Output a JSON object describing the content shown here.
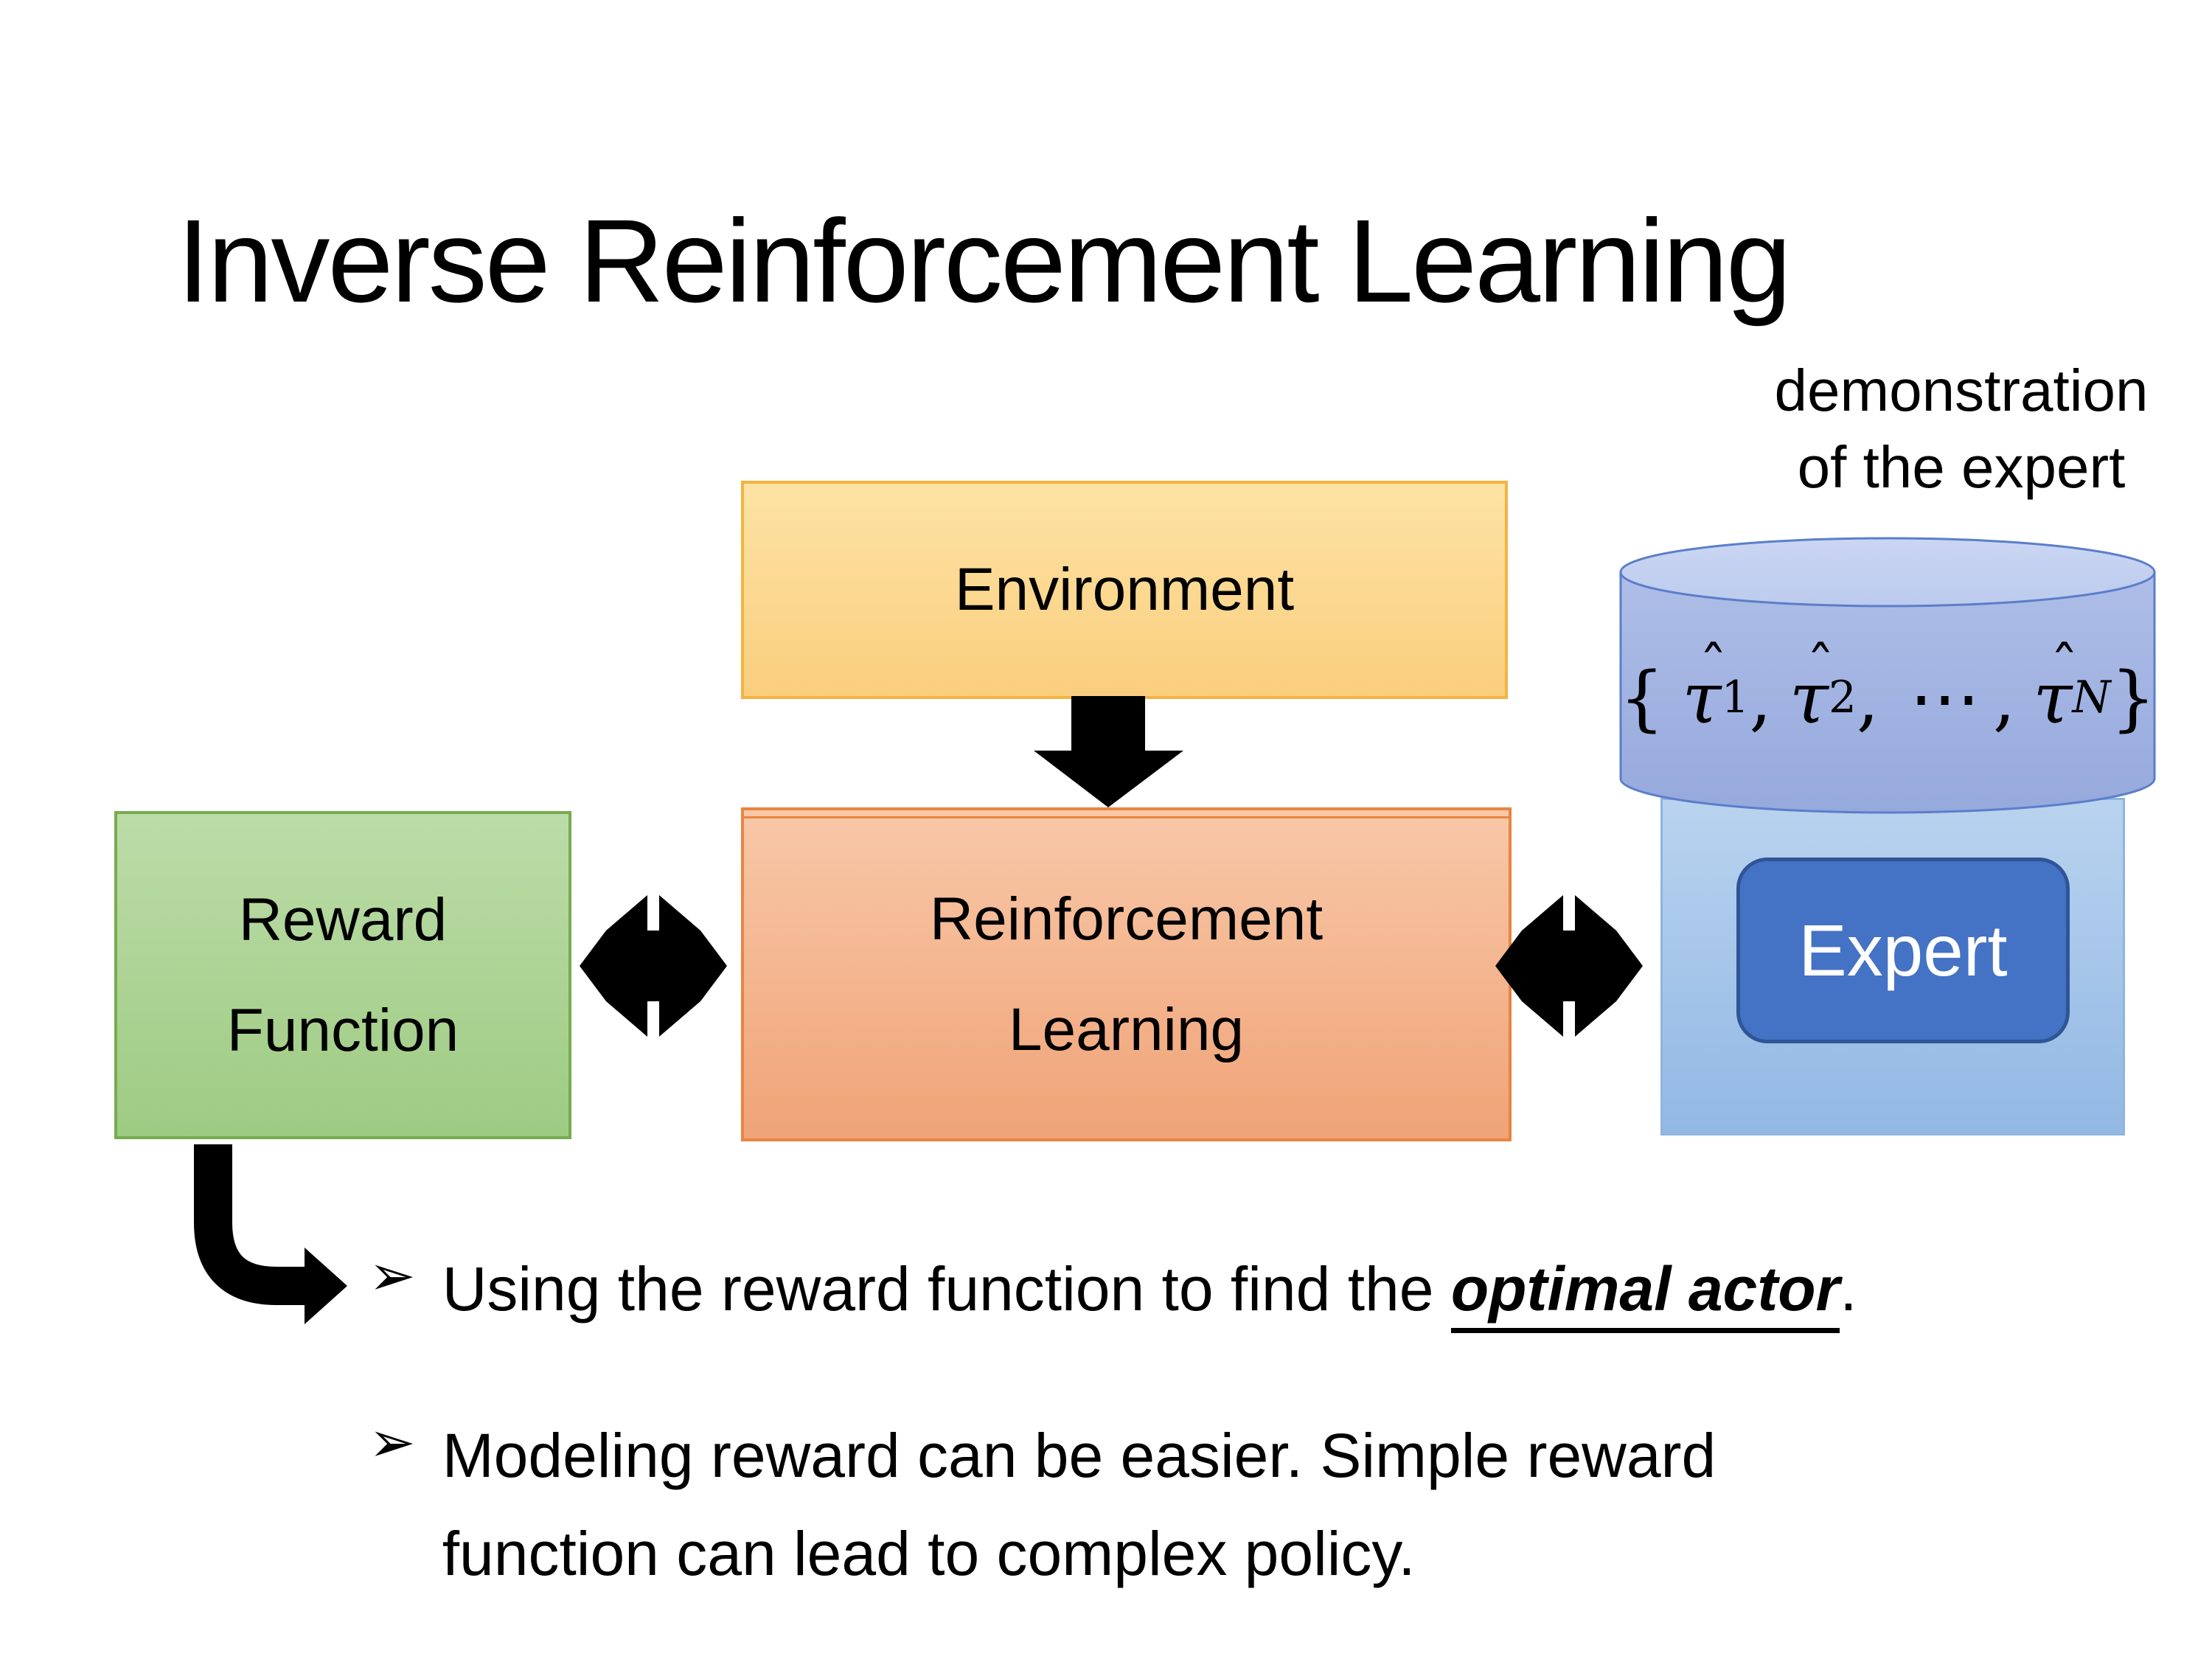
{
  "slide": {
    "title": "Inverse Reinforcement Learning",
    "demo_caption": {
      "line1": "demonstration",
      "line2": "of the expert"
    },
    "diagram": {
      "environment_label": "Environment",
      "reward_label_line1": "Reward",
      "reward_label_line2": "Function",
      "rl_label_line1": "Reinforcement",
      "rl_label_line2": "Learning",
      "expert_label": "Expert",
      "trajectory_set": {
        "open_brace": "{",
        "tau": "τ",
        "hat": "ˆ",
        "sub_1": "1",
        "sub_2": "2",
        "sub_n": "N",
        "comma": ",",
        "dots": "⋯",
        "close_brace": "}"
      },
      "icons": {
        "down_arrow": "down-arrow",
        "left_double_arrow": "double-headed-exchange-arrow",
        "right_double_arrow": "double-headed-exchange-arrow",
        "elbow_arrow": "elbow-down-right-arrow"
      }
    },
    "bullets": {
      "marker_glyph": "➢",
      "item1": {
        "prefix": "Using the reward function to find the ",
        "emphasis": "optimal actor",
        "suffix": "."
      },
      "item2": {
        "line1": "Modeling reward can be easier. Simple reward",
        "line2": "function can lead to complex policy."
      }
    },
    "colors": {
      "environment_fill_top": "#FDE3A5",
      "environment_fill_bottom": "#FACE7E",
      "environment_border": "#F5B33F",
      "reward_fill_top": "#BCDCA8",
      "reward_fill_bottom": "#9ECB83",
      "reward_border": "#76AC4F",
      "rl_fill_top": "#F8C8A8",
      "rl_fill_bottom": "#F0A377",
      "rl_border": "#EA8442",
      "expert_container_fill_top": "#B9D3EF",
      "expert_container_fill_bottom": "#92B8E4",
      "expert_container_border": "#8FB4DE",
      "expert_button_fill": "#4472C4",
      "expert_button_border": "#2F5597",
      "expert_button_text": "#FFFFFF",
      "cylinder_top_fill": "#CAD6F2",
      "cylinder_body_top": "#AEBEE8",
      "cylinder_body_bottom": "#96A9DC",
      "cylinder_border": "#5B7EC9",
      "arrow_color": "#000000",
      "text_color": "#000000",
      "background": "#FFFFFF"
    }
  }
}
